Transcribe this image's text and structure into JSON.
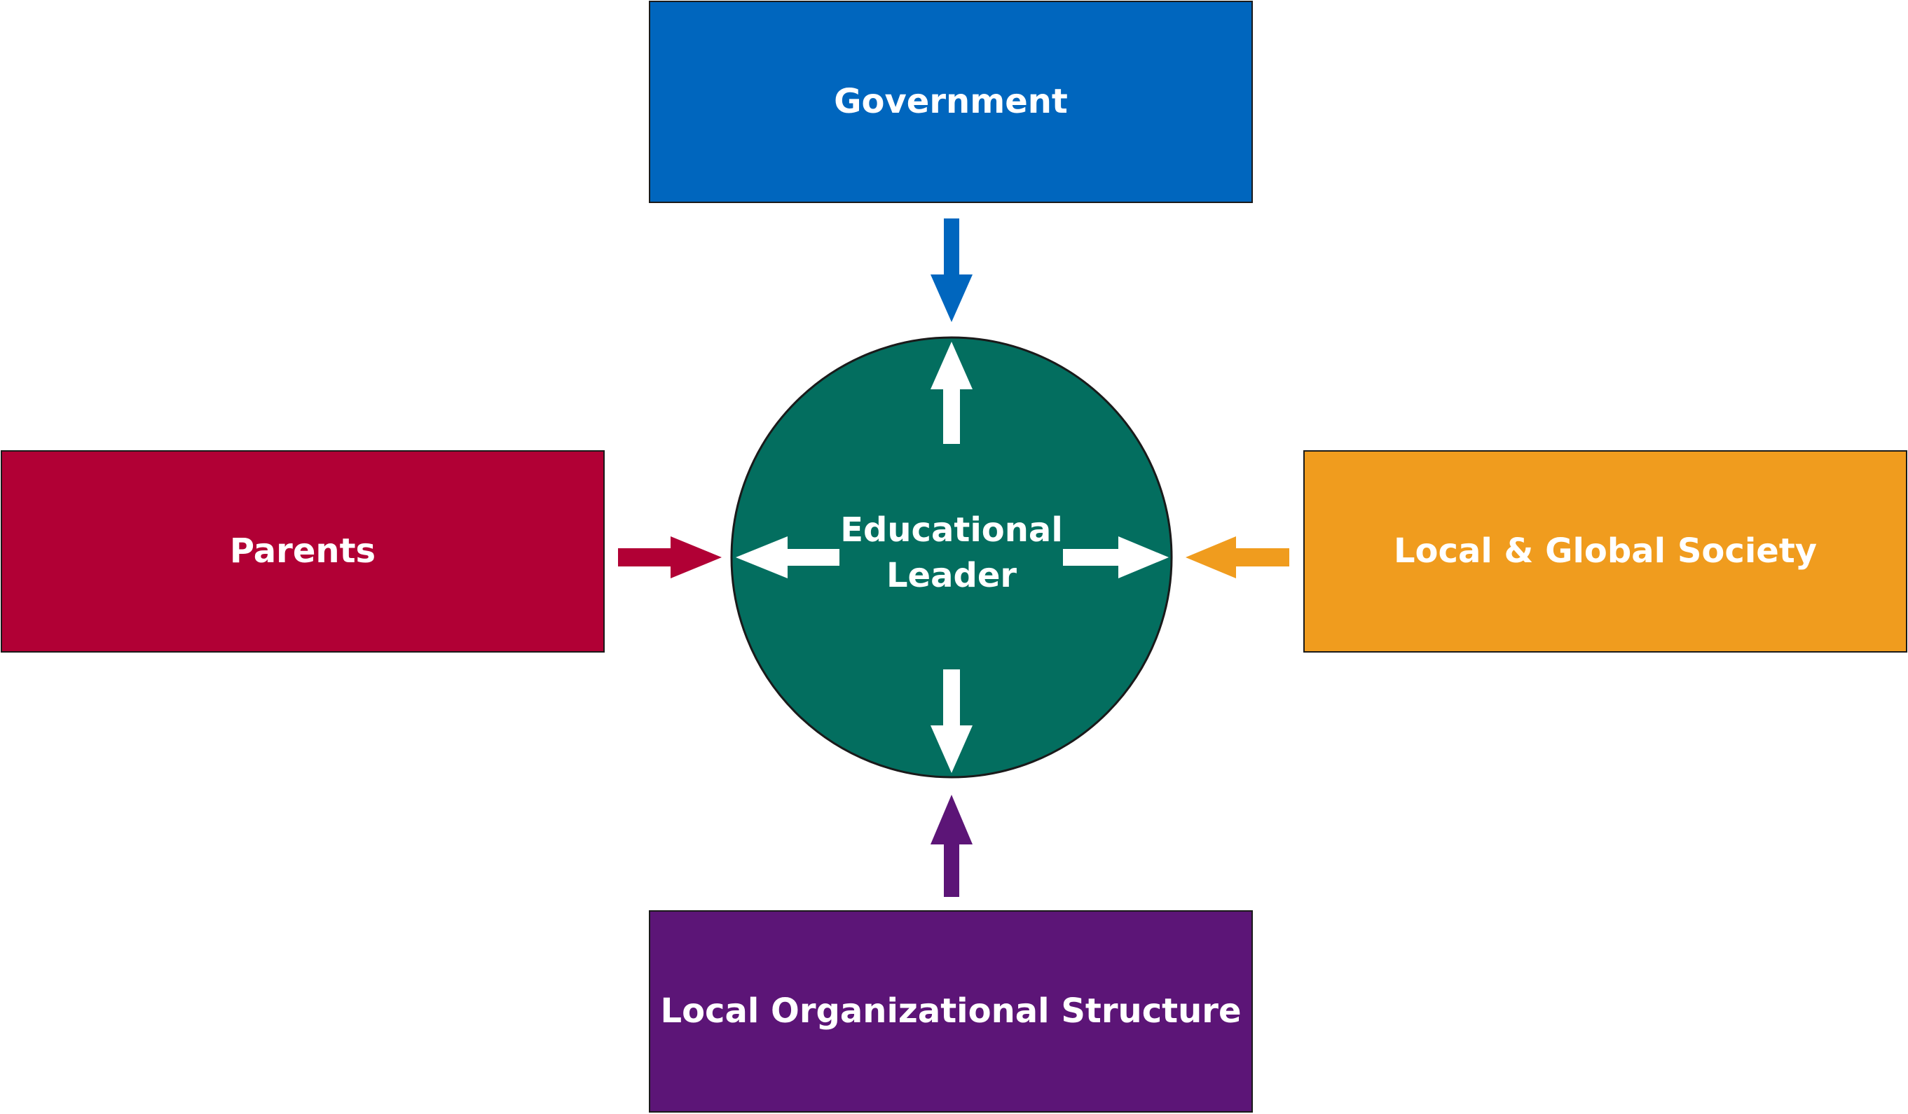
{
  "diagram": {
    "center": {
      "line1": "Educational",
      "line2": "Leader",
      "color": "#036E5F"
    },
    "nodes": {
      "government": {
        "label": "Government",
        "color": "#0066BE"
      },
      "parents": {
        "label": "Parents",
        "color": "#B10035"
      },
      "society": {
        "label": "Local & Global Society",
        "color": "#F09C1E"
      },
      "structure": {
        "label": "Local Organizational Structure",
        "color": "#5C1577"
      }
    },
    "arrow_color_inner": "#FFFFFF"
  }
}
